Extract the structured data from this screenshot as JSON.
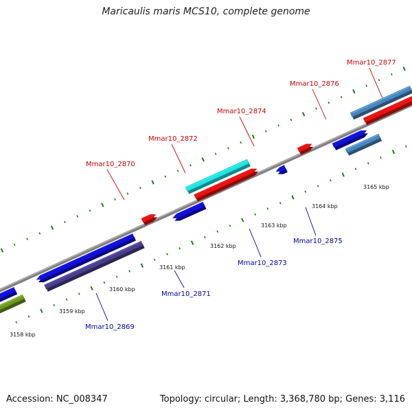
{
  "title": "Maricaulis maris MCS10, complete genome",
  "footer": {
    "accession": "Accession: NC_008347",
    "summary": "Topology: circular; Length: 3,368,780 bp; Genes: 3,116"
  },
  "colors": {
    "forward_label": "#cc0000",
    "reverse_label": "#0000aa",
    "backbone": "#808080",
    "tick": "#1a7a1a",
    "red": "#ee1111",
    "blue": "#1111dd",
    "cyan": "#22e5e5",
    "steelblue": "#4a86c0",
    "slate": "#4a3f8c",
    "olive": "#6a9a22",
    "gray": "#c8c8c8"
  },
  "kbp_labels": [
    "3158 kbp",
    "3159 kbp",
    "3160 kbp",
    "3161 kbp",
    "3162 kbp",
    "3163 kbp",
    "3164 kbp",
    "3165 kbp"
  ],
  "forward_labels": [
    "Mmar10_2870",
    "Mmar10_2872",
    "Mmar10_2874",
    "Mmar10_2876",
    "Mmar10_2877"
  ],
  "reverse_labels": [
    "Mmar10_2869",
    "Mmar10_2871",
    "Mmar10_2873",
    "Mmar10_2875"
  ],
  "features": [
    {
      "lane": -3,
      "s0": 0,
      "s1": 0.07,
      "color": "olive",
      "arrow": "none"
    },
    {
      "lane": -1,
      "s0": 0,
      "s1": 0.06,
      "color": "blue",
      "arrow": "none"
    },
    {
      "lane": -1,
      "s0": 0.11,
      "s1": 0.33,
      "color": "blue",
      "arrow": "left"
    },
    {
      "lane": -3,
      "s0": 0.12,
      "s1": 0.34,
      "color": "slate",
      "arrow": "none"
    },
    {
      "lane": 1,
      "s0": 0.36,
      "s1": 0.39,
      "color": "red",
      "arrow": "right"
    },
    {
      "lane": -1,
      "s0": 0.42,
      "s1": 0.49,
      "color": "blue",
      "arrow": "left"
    },
    {
      "lane": 3,
      "s0": 0.47,
      "s1": 0.61,
      "color": "cyan",
      "arrow": "none"
    },
    {
      "lane": 1,
      "s0": 0.48,
      "s1": 0.62,
      "color": "red",
      "arrow": "right"
    },
    {
      "lane": -1,
      "s0": 0.655,
      "s1": 0.675,
      "color": "blue",
      "arrow": "left"
    },
    {
      "lane": 1,
      "s0": 0.715,
      "s1": 0.745,
      "color": "red",
      "arrow": "right"
    },
    {
      "lane": -1,
      "s0": 0.785,
      "s1": 0.86,
      "color": "blue",
      "arrow": "right"
    },
    {
      "lane": -3,
      "s0": 0.805,
      "s1": 0.88,
      "color": "steelblue",
      "arrow": "none"
    },
    {
      "lane": 3,
      "s0": 0.845,
      "s1": 0.98,
      "color": "steelblue",
      "arrow": "none"
    },
    {
      "lane": 1,
      "s0": 0.865,
      "s1": 1.0,
      "color": "red",
      "arrow": "right"
    },
    {
      "lane": 3,
      "s0": 1.02,
      "s1": 1.2,
      "color": "gray",
      "arrow": "none"
    },
    {
      "lane": 1,
      "s0": 1.03,
      "s1": 1.2,
      "color": "red",
      "arrow": "none"
    }
  ]
}
